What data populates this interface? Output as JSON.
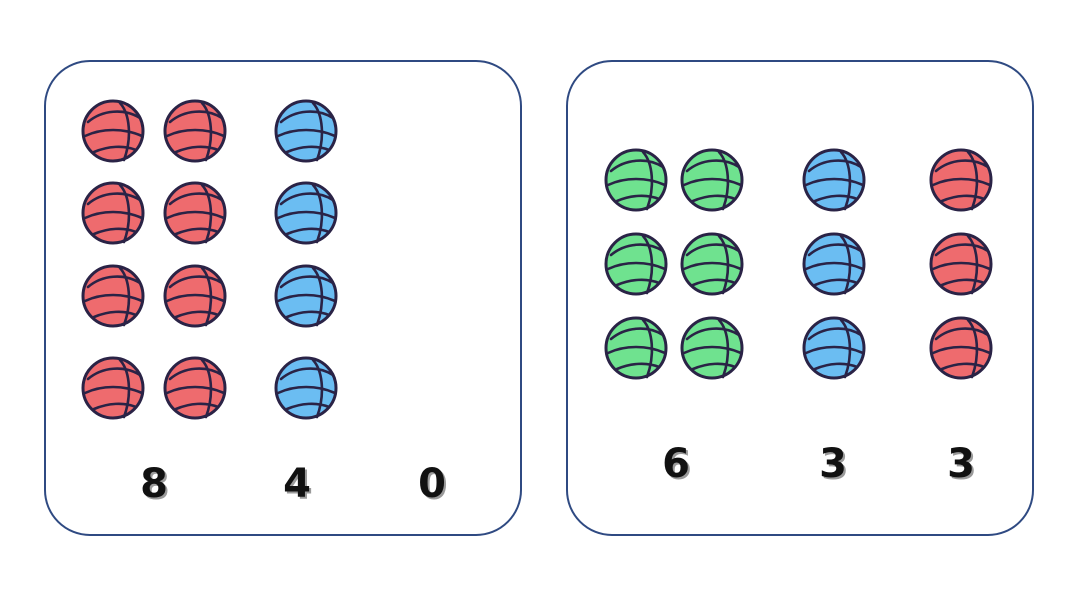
{
  "colors": {
    "red": "#ee6b6e",
    "blue": "#6bbdf2",
    "green": "#6fe28f",
    "outline": "#2a2346",
    "panel_border": "#2f4a82"
  },
  "panels": [
    {
      "groups": [
        {
          "color": "red",
          "count": "8"
        },
        {
          "color": "blue",
          "count": "4"
        },
        {
          "color": "none",
          "count": "0"
        }
      ]
    },
    {
      "groups": [
        {
          "color": "green",
          "count": "6"
        },
        {
          "color": "blue",
          "count": "3"
        },
        {
          "color": "red",
          "count": "3"
        }
      ]
    }
  ]
}
